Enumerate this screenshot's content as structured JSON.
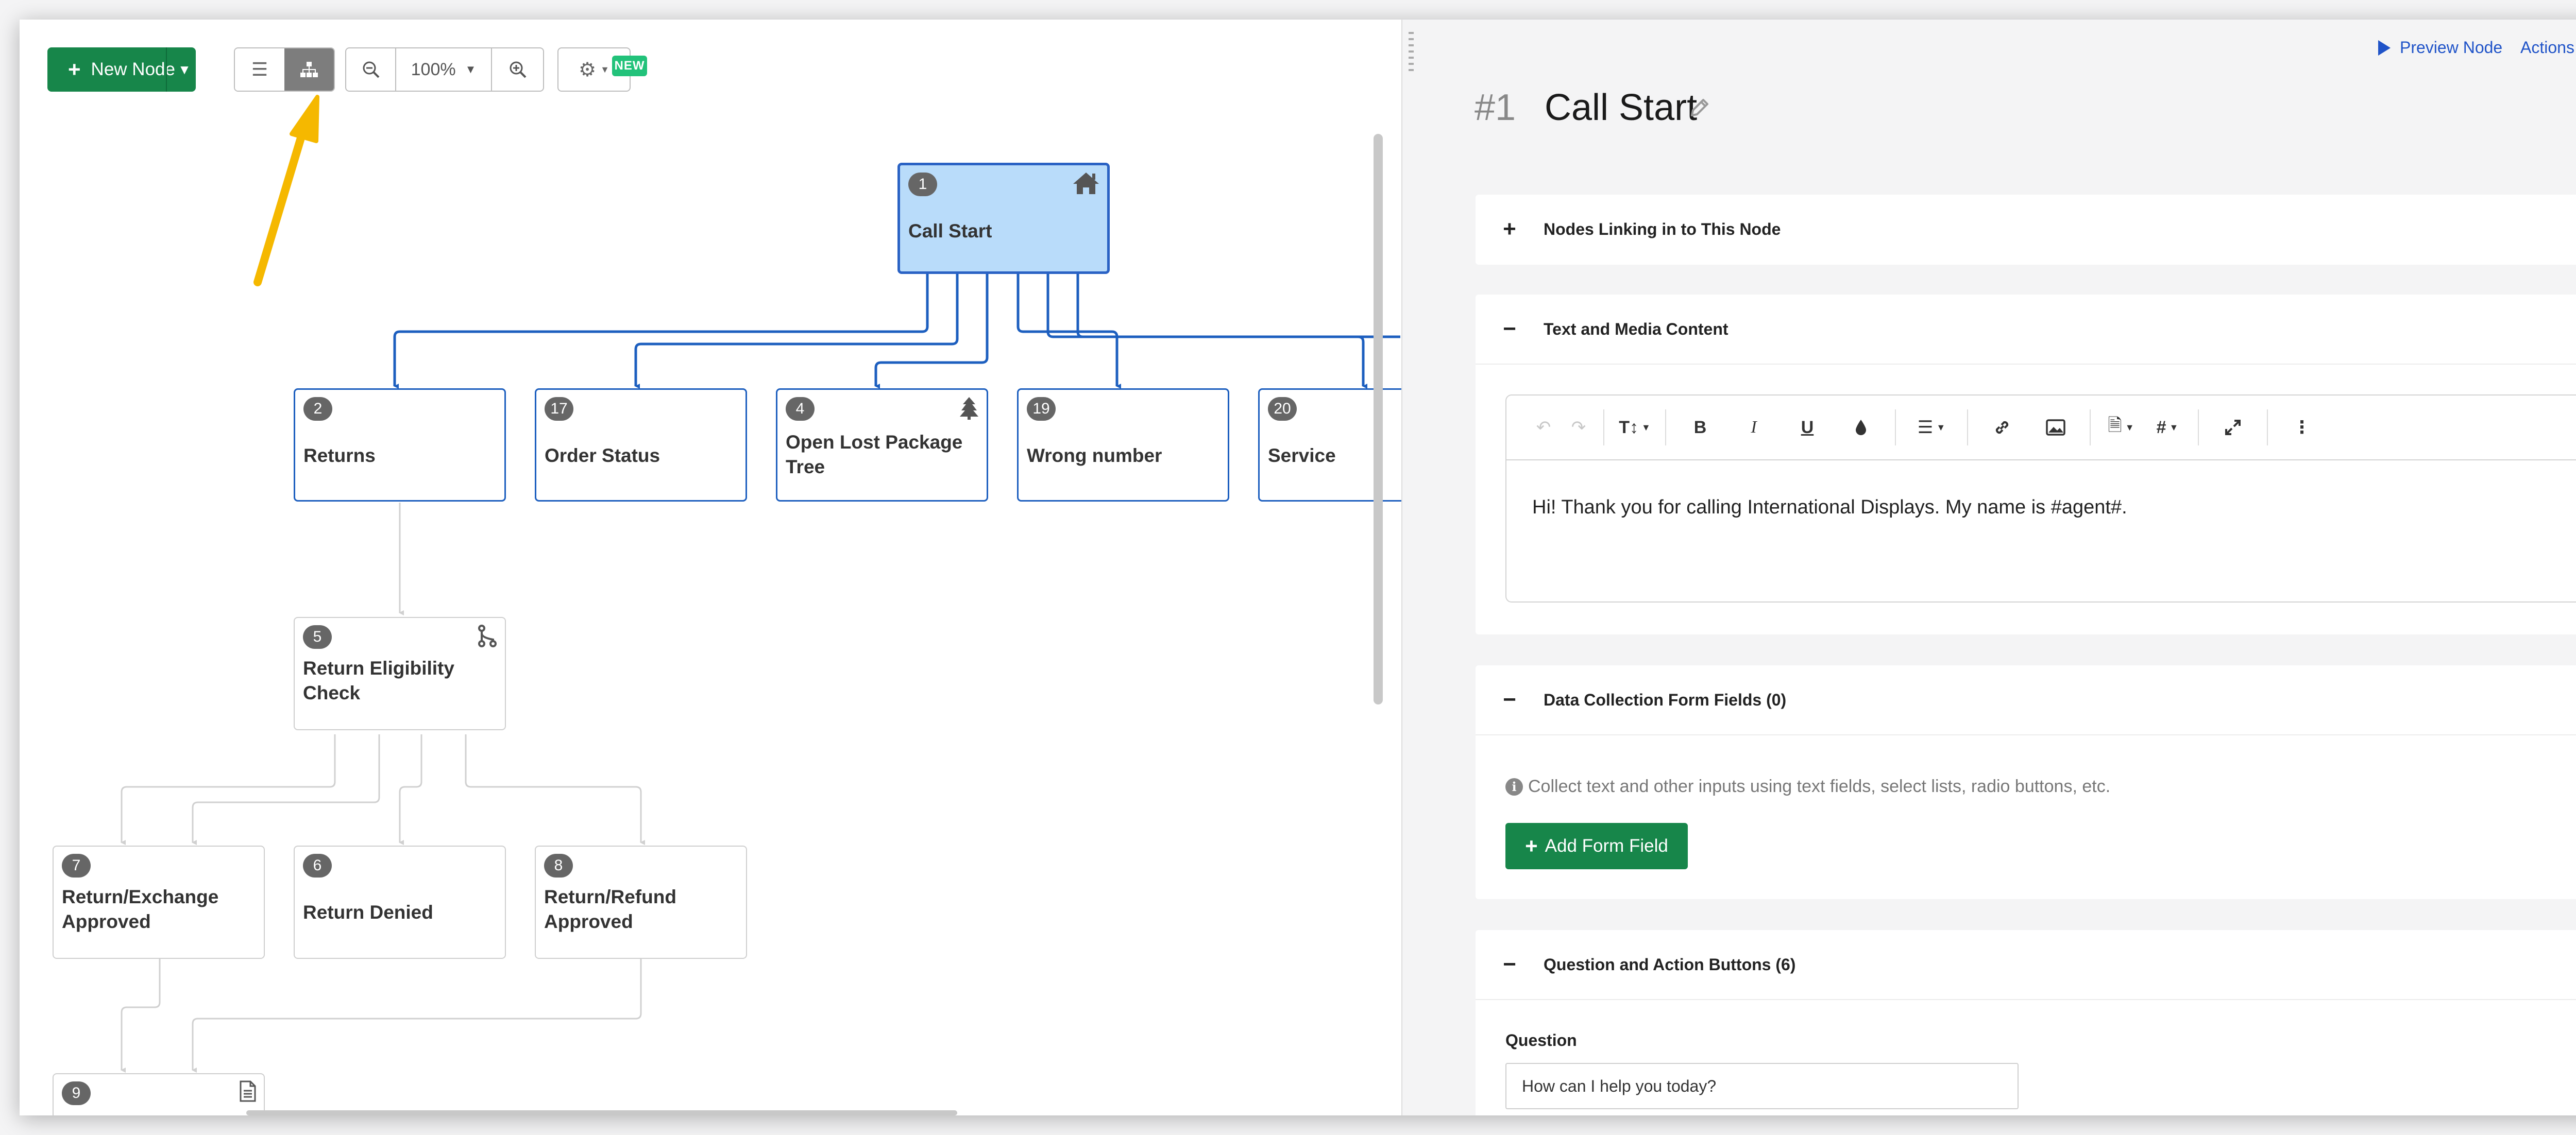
{
  "toolbar": {
    "new_node_label": "New Node",
    "zoom_level": "100%",
    "new_badge": "NEW"
  },
  "tree": {
    "nodes": [
      {
        "id": "1",
        "title": "Call Start",
        "icon": "home-icon"
      },
      {
        "id": "2",
        "title": "Returns"
      },
      {
        "id": "17",
        "title": "Order Status"
      },
      {
        "id": "4",
        "title": "Open Lost Package Tree",
        "icon": "tree-icon"
      },
      {
        "id": "19",
        "title": "Wrong number"
      },
      {
        "id": "20",
        "title": "Service"
      },
      {
        "id": "5",
        "title": "Return Eligibility Check",
        "icon": "branch-icon"
      },
      {
        "id": "7",
        "title": "Return/Exchange Approved"
      },
      {
        "id": "6",
        "title": "Return Denied"
      },
      {
        "id": "8",
        "title": "Return/Refund Approved"
      },
      {
        "id": "9",
        "title": "",
        "icon": "document-icon"
      }
    ]
  },
  "detail": {
    "preview_label": "Preview Node",
    "actions_label": "Actions",
    "node_number": "#1",
    "node_title": "Call Start",
    "sections": {
      "linking": "Nodes Linking in to This Node",
      "text_media": "Text and Media Content",
      "data_collection": "Data Collection Form Fields (0)",
      "questions": "Question and Action Buttons (6)"
    },
    "editor_text": "Hi! Thank you for calling International Displays. My name is #agent#.",
    "data_help": "Collect text and other inputs using text fields, select lists, radio buttons, etc.",
    "add_form_field_label": "Add Form Field",
    "question_label": "Question",
    "question_value": "How can I help you today?"
  },
  "colors": {
    "primary_green": "#17864a",
    "tree_blue": "#1d5fbf",
    "selected_fill": "#b9dcfa",
    "annotation_arrow": "#f5b800",
    "link_blue": "#1f53c8"
  }
}
